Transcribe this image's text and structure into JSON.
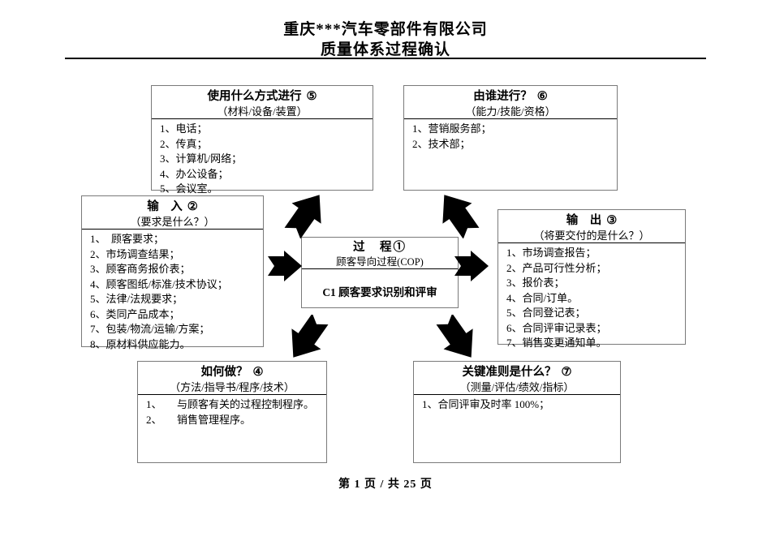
{
  "header": {
    "company": "重庆***汽车零部件有限公司",
    "subject": "质量体系过程确认"
  },
  "boxes": {
    "method": {
      "title": "使用什么方式进行",
      "number": "⑤",
      "subtitle": "（材料/设备/装置）",
      "items": [
        "1、电话；",
        "2、传真；",
        "3、计算机/网络；",
        "4、办公设备；",
        "5、会议室。"
      ]
    },
    "who": {
      "title": "由谁进行？",
      "number": "⑥",
      "subtitle": "（能力/技能/资格）",
      "items": [
        "1、营销服务部；",
        "2、技术部；"
      ]
    },
    "input": {
      "title": "输　入",
      "number": "②",
      "subtitle": "（要求是什么？）",
      "items": [
        "1、　顾客要求；",
        "2、市场调查结果；",
        "3、顾客商务报价表；",
        "4、顾客图纸/标准/技术协议；",
        "5、法律/法规要求；",
        "6、类同产品成本；",
        "7、包装/物流/运输/方案；",
        "8、原材料供应能力。"
      ]
    },
    "process": {
      "title": "过　程",
      "number": "①",
      "subtitle": "顾客导向过程(COP)",
      "body": "C1 顾客要求识别和评审"
    },
    "output": {
      "title": "输　出",
      "number": "③",
      "subtitle": "（将要交付的是什么？）",
      "items": [
        "1、市场调查报告；",
        "2、产品可行性分析；",
        "3、报价表；",
        "4、合同/订单。",
        "5、合同登记表；",
        "6、合同评审记录表；",
        "7、销售变更通知单。"
      ]
    },
    "how": {
      "title": "如何做？",
      "number": "④",
      "subtitle": "（方法/指导书/程序/技术）",
      "items": [
        {
          "idx": "1、",
          "text": "与顾客有关的过程控制程序。"
        },
        {
          "idx": "2、",
          "text": "销售管理程序。"
        }
      ]
    },
    "criteria": {
      "title": "关键准则是什么？",
      "number": "⑦",
      "subtitle": "（测量/评估/绩效/指标）",
      "items": [
        "1、合同评审及时率 100%；"
      ]
    }
  },
  "arrows": {
    "to_method": "arrow-up-right-icon",
    "to_who": "arrow-up-left-icon",
    "into_process": "arrow-right-icon",
    "out_of_process": "arrow-right-icon",
    "to_how": "arrow-down-left-icon",
    "to_criteria": "arrow-down-right-icon"
  },
  "footer": {
    "text": "第 1 页 / 共 25 页",
    "current_page": "1",
    "total_pages": "25"
  },
  "colors": {
    "ink": "#000000",
    "box_border": "#7a7a7a",
    "page_background": "#ffffff"
  }
}
